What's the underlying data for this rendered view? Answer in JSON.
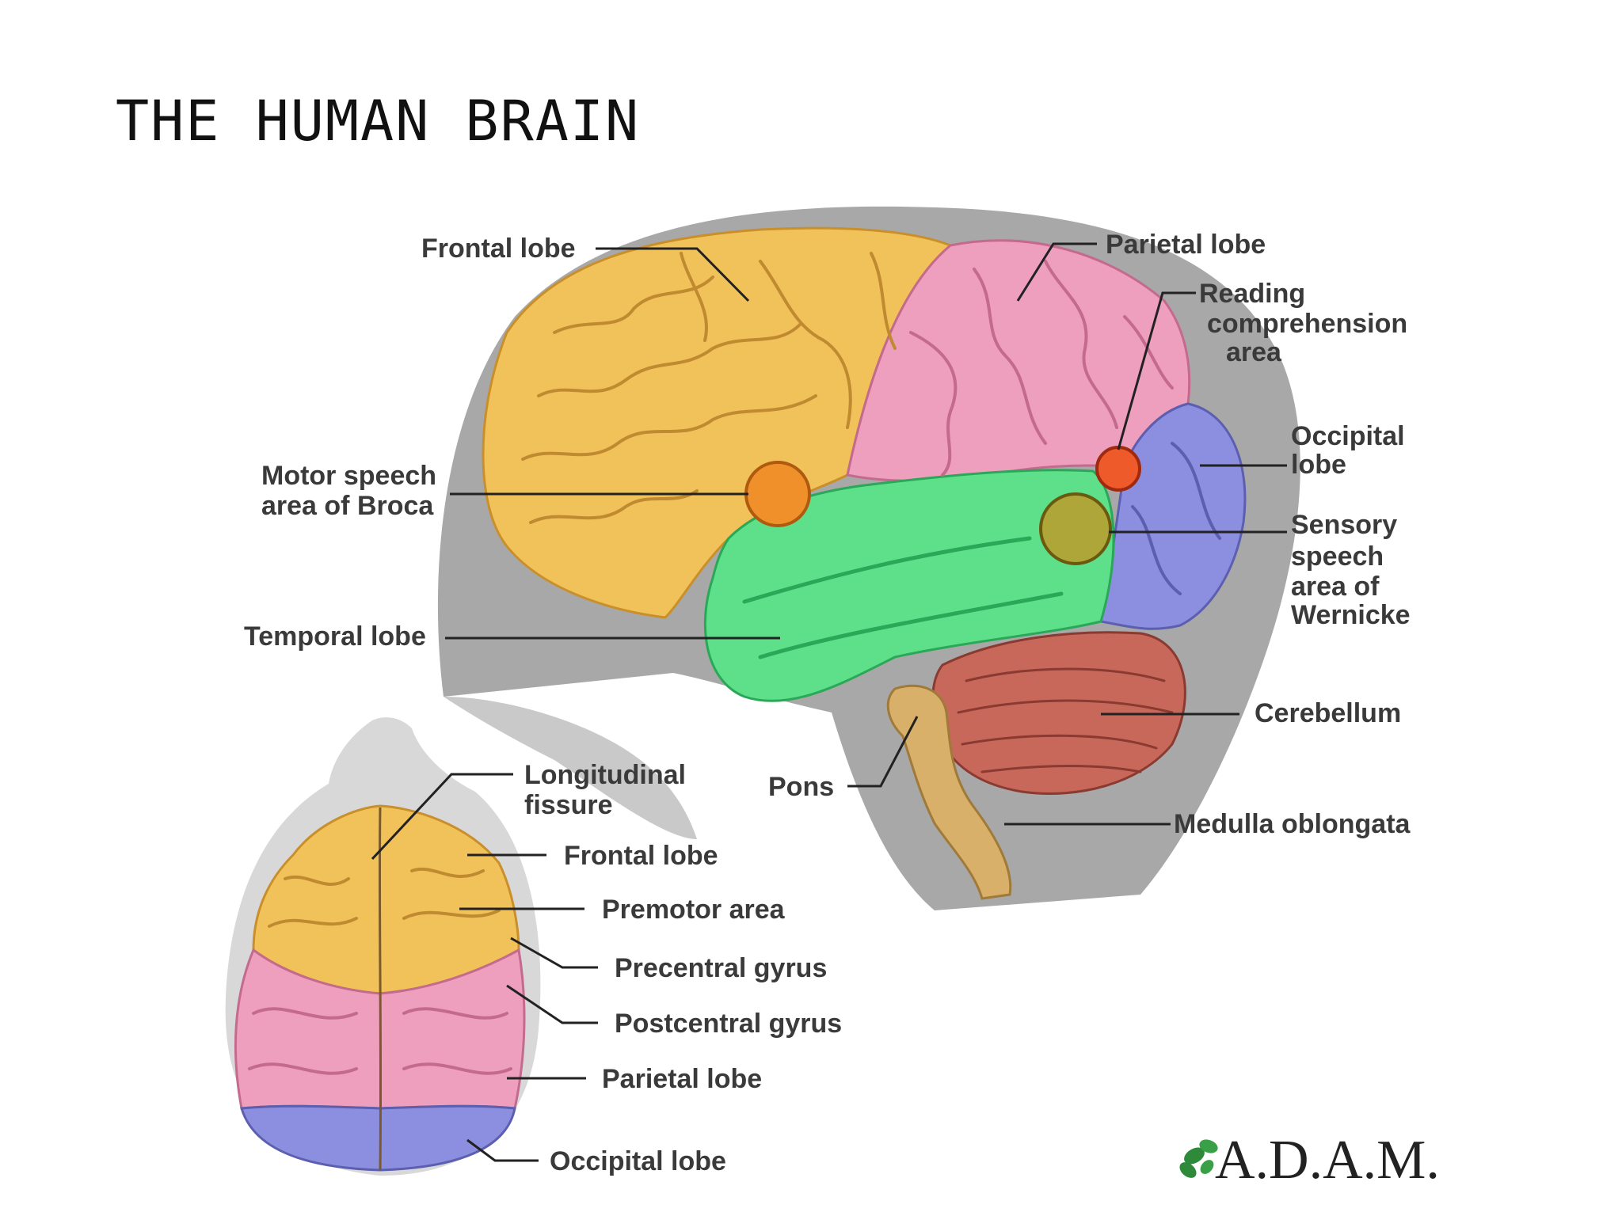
{
  "slide": {
    "title": "THE HUMAN BRAIN"
  },
  "lateral_view": {
    "labels": {
      "frontal_lobe": "Frontal lobe",
      "parietal_lobe": "Parietal lobe",
      "reading_comprehension_1": "Reading",
      "reading_comprehension_2": "comprehension",
      "reading_comprehension_3": "area",
      "occipital_lobe_1": "Occipital",
      "occipital_lobe_2": "lobe",
      "broca_1": "Motor speech",
      "broca_2": "area of Broca",
      "wernicke_1": "Sensory",
      "wernicke_2": "speech",
      "wernicke_3": "area of",
      "wernicke_4": "Wernicke",
      "temporal_lobe": "Temporal lobe",
      "cerebellum": "Cerebellum",
      "pons": "Pons",
      "medulla_oblongata": "Medulla oblongata"
    }
  },
  "top_view": {
    "labels": {
      "longitudinal_fissure_1": "Longitudinal",
      "longitudinal_fissure_2": "fissure",
      "frontal_lobe": "Frontal lobe",
      "premotor_area": "Premotor area",
      "precentral_gyrus": "Precentral gyrus",
      "postcentral_gyrus": "Postcentral gyrus",
      "parietal_lobe": "Parietal lobe",
      "occipital_lobe": "Occipital lobe"
    }
  },
  "logo": {
    "text": "A.D.A.M."
  },
  "colors": {
    "frontal": "#f2c25a",
    "parietal": "#ee9fbd",
    "occipital": "#8c8fe0",
    "temporal": "#5ee08a",
    "cerebellum": "#c8685a",
    "brainstem": "#d9b06a",
    "head_shadow": "#9a9a9a",
    "broca_spot": "#f0902a",
    "wernicke_spot": "#b8a030",
    "reading_spot": "#ee5a2a"
  }
}
